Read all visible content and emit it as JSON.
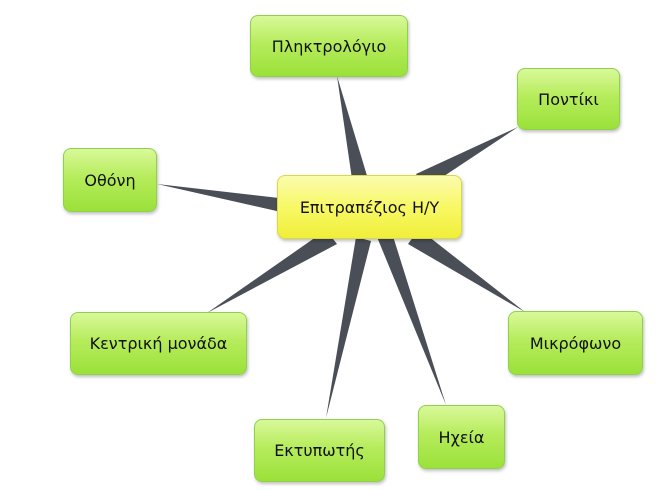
{
  "diagram": {
    "center": {
      "label": "Επιτραπέζιος Η/Υ"
    },
    "nodes": [
      {
        "id": "keyboard",
        "label": "Πληκτρολόγιο"
      },
      {
        "id": "mouse",
        "label": "Ποντίκι"
      },
      {
        "id": "monitor",
        "label": "Οθόνη"
      },
      {
        "id": "central-unit",
        "label": "Κεντρική μονάδα"
      },
      {
        "id": "microphone",
        "label": "Μικρόφωνο"
      },
      {
        "id": "printer",
        "label": "Εκτυπωτής"
      },
      {
        "id": "speakers",
        "label": "Ηχεία"
      }
    ],
    "colors": {
      "leaf_fill": "#b6ec5c",
      "center_fill": "#f8f866",
      "connector": "#4a4e57"
    }
  }
}
